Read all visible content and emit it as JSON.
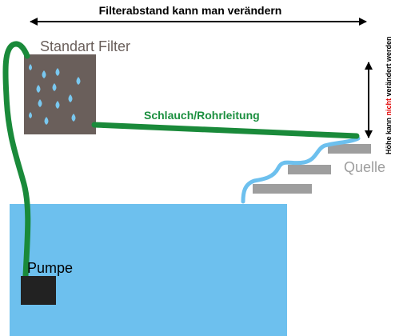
{
  "labels": {
    "distance": "Filterabstand kann man verändern",
    "filter": "Standart Filter",
    "hose": "Schlauch/Rohrleitung",
    "source": "Quelle",
    "pump": "Pumpe",
    "height_part1": "Höhe kann ",
    "height_emphasis": "nicht",
    "height_part2": " verändert werden"
  },
  "colors": {
    "pond_water": "#6dc0ee",
    "filter_box": "#6a5f5b",
    "water_drops": "#79c8f0",
    "hose": "#1a8a3a",
    "hose_label": "#1b8f3f",
    "filter_label": "#6a5f5b",
    "source_label": "#9e9e9e",
    "steps": "#9e9e9e",
    "stream": "#6dc0ee",
    "pump": "#222222",
    "arrows": "#000000",
    "emphasis": "#e00000"
  }
}
